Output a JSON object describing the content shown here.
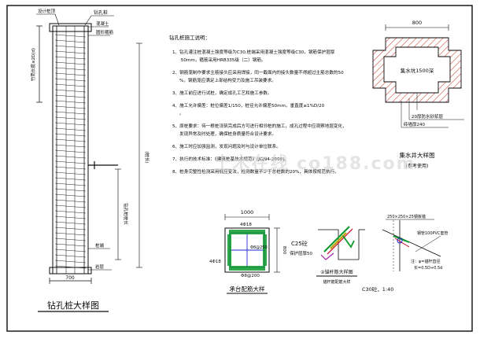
{
  "pile": {
    "title": "钻孔桩大样图",
    "top_labels": [
      "设计桩顶",
      "钻孔桩",
      "混凝土",
      "圆形箍筋"
    ],
    "side_dim": "竹筒长度≥2D(d)",
    "right_dim": "(桩长)",
    "mid_dim": "钻孔桩桩长",
    "bottom_labels": [
      "桩端",
      "岩层"
    ],
    "bottom_width": "700"
  },
  "notes": {
    "heading": "钻孔桩施工说明：",
    "items": [
      "1、钻孔灌注桩混凝土强度等级为C30,桩端采用混凝土强度等级C30，钢筋保护层厚 50mm，箍筋采用HRB335级（二）钢筋。",
      "2、钢筋笼制作要求主筋接头应采用焊接，同一截面内的接头数量不得超过主筋总数的50%，钢筋笼应满足上部结构受力及施工吊装要求。",
      "3、施工前应进行试桩，确定成孔工艺和施工参数。",
      "4、施工允许偏差：桩位偏差1/150，桩径允许偏差50mm，垂直度≤1%D/20。",
      "5、原桩要求：待一根桩浇筑完成后方可进行相邻桩的施工，成孔过程中应观察地层变化，发现异常及时处理，确保桩身质量符合设计要求。",
      "6、施工时应加强监测，发现问题及时与设计单位联系。",
      "7、执行的技术标准：《建筑桩基技术规范》(JGJ94-2008)。",
      "8、桩身完整性检测采用低应变法，检测数量不少于总桩数的20%，具体按规范执行。"
    ]
  },
  "pit": {
    "top_dim": "800",
    "inner_label": "集水坑1500深",
    "label_1": "20厚防水砂浆层",
    "label_2": "砖墙厚240",
    "title": "集水井大样图",
    "subtitle": "(参考使用)"
  },
  "cap": {
    "top_dim": "1000",
    "rebar_top": "4Φ18",
    "rebar_mid": "Φ8@250",
    "rebar_left": "4Φ18",
    "rebar_bot": "Φ8@200",
    "right_dim": "800",
    "concrete": "C25砼",
    "cover": "保护层厚50",
    "title": "承台配筋大样"
  },
  "anchor": {
    "title": "②锚杆筋大样图",
    "scale": "C30砼，1:40",
    "sub": "锚杆筋配筋大样",
    "top_note": "250×250×25钢板锚",
    "right_note": "钢管100PVC套管",
    "bottom_note": "注：φ=锚杆直径",
    "bottom_note2": "长=0.5D+0.5d"
  },
  "watermark": "土木在线 co188.com",
  "colors": {
    "line": "#0a0a0a",
    "green": "#0c9a2a",
    "yellow": "#b8a200",
    "red": "#c8001e",
    "blue": "#1d2bd0",
    "purple": "#a020a0",
    "hatch": "#c84838"
  }
}
